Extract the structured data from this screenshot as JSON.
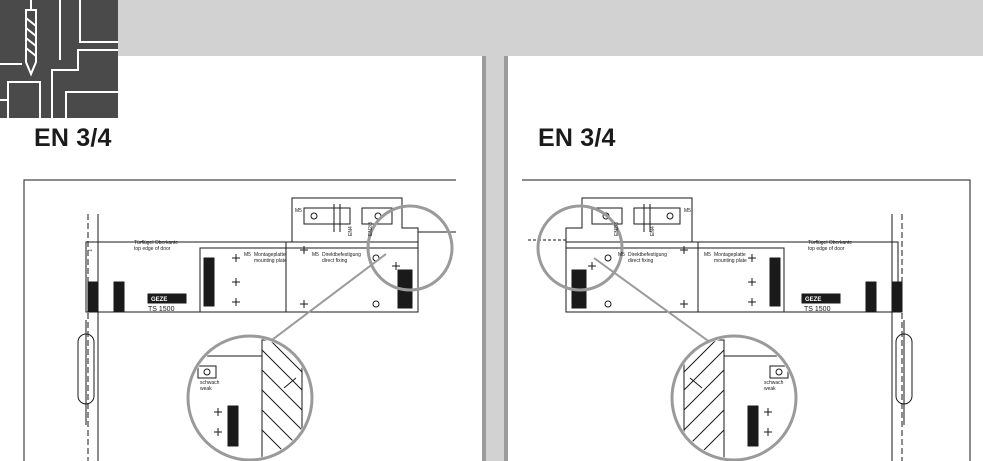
{
  "panels": [
    {
      "id": "left",
      "heading": "EN 3/4",
      "plate_labels": {
        "m5_a": "M5",
        "mounting_de": "Montageplatte",
        "mounting_en": "mounting plate",
        "m5_b": "M5",
        "direct_de": "Direktbefestigung",
        "direct_en": "direct fixing",
        "top_edge_de": "Türflügel Oberkante",
        "top_edge_en": "top edge of door",
        "brand": "GEZE",
        "model": "TS 1500",
        "en4": "EN4",
        "en23": "EN2/3",
        "m5_c": "M5"
      },
      "detail_labels": {
        "weak_de": "schwach",
        "weak_en": "weak"
      }
    },
    {
      "id": "right",
      "heading": "EN 3/4",
      "plate_labels": {
        "m5_a": "M5",
        "mounting_de": "Montageplatte",
        "mounting_en": "mounting plate",
        "m5_b": "M5",
        "direct_de": "Direktbefestigung",
        "direct_en": "direct fixing",
        "top_edge_de": "Türflügel Oberkante",
        "top_edge_en": "top edge of door",
        "brand": "GEZE",
        "model": "TS 1500",
        "en4": "EN4",
        "en23": "EN2/3",
        "m5_c": "M5"
      },
      "detail_labels": {
        "weak_de": "schwach",
        "weak_en": "weak"
      }
    }
  ],
  "colors": {
    "page_bg": "#d2d2d2",
    "panel_bg": "#ffffff",
    "separator": "#9c9c9c",
    "logo_bg": "#4a4a4a",
    "line": "#1a1a1a",
    "lens": "#9a9a9a"
  },
  "icons": [
    "drill-bit-icon",
    "screw-hole-icon",
    "arrow-right-icon",
    "arrow-up-icon"
  ]
}
